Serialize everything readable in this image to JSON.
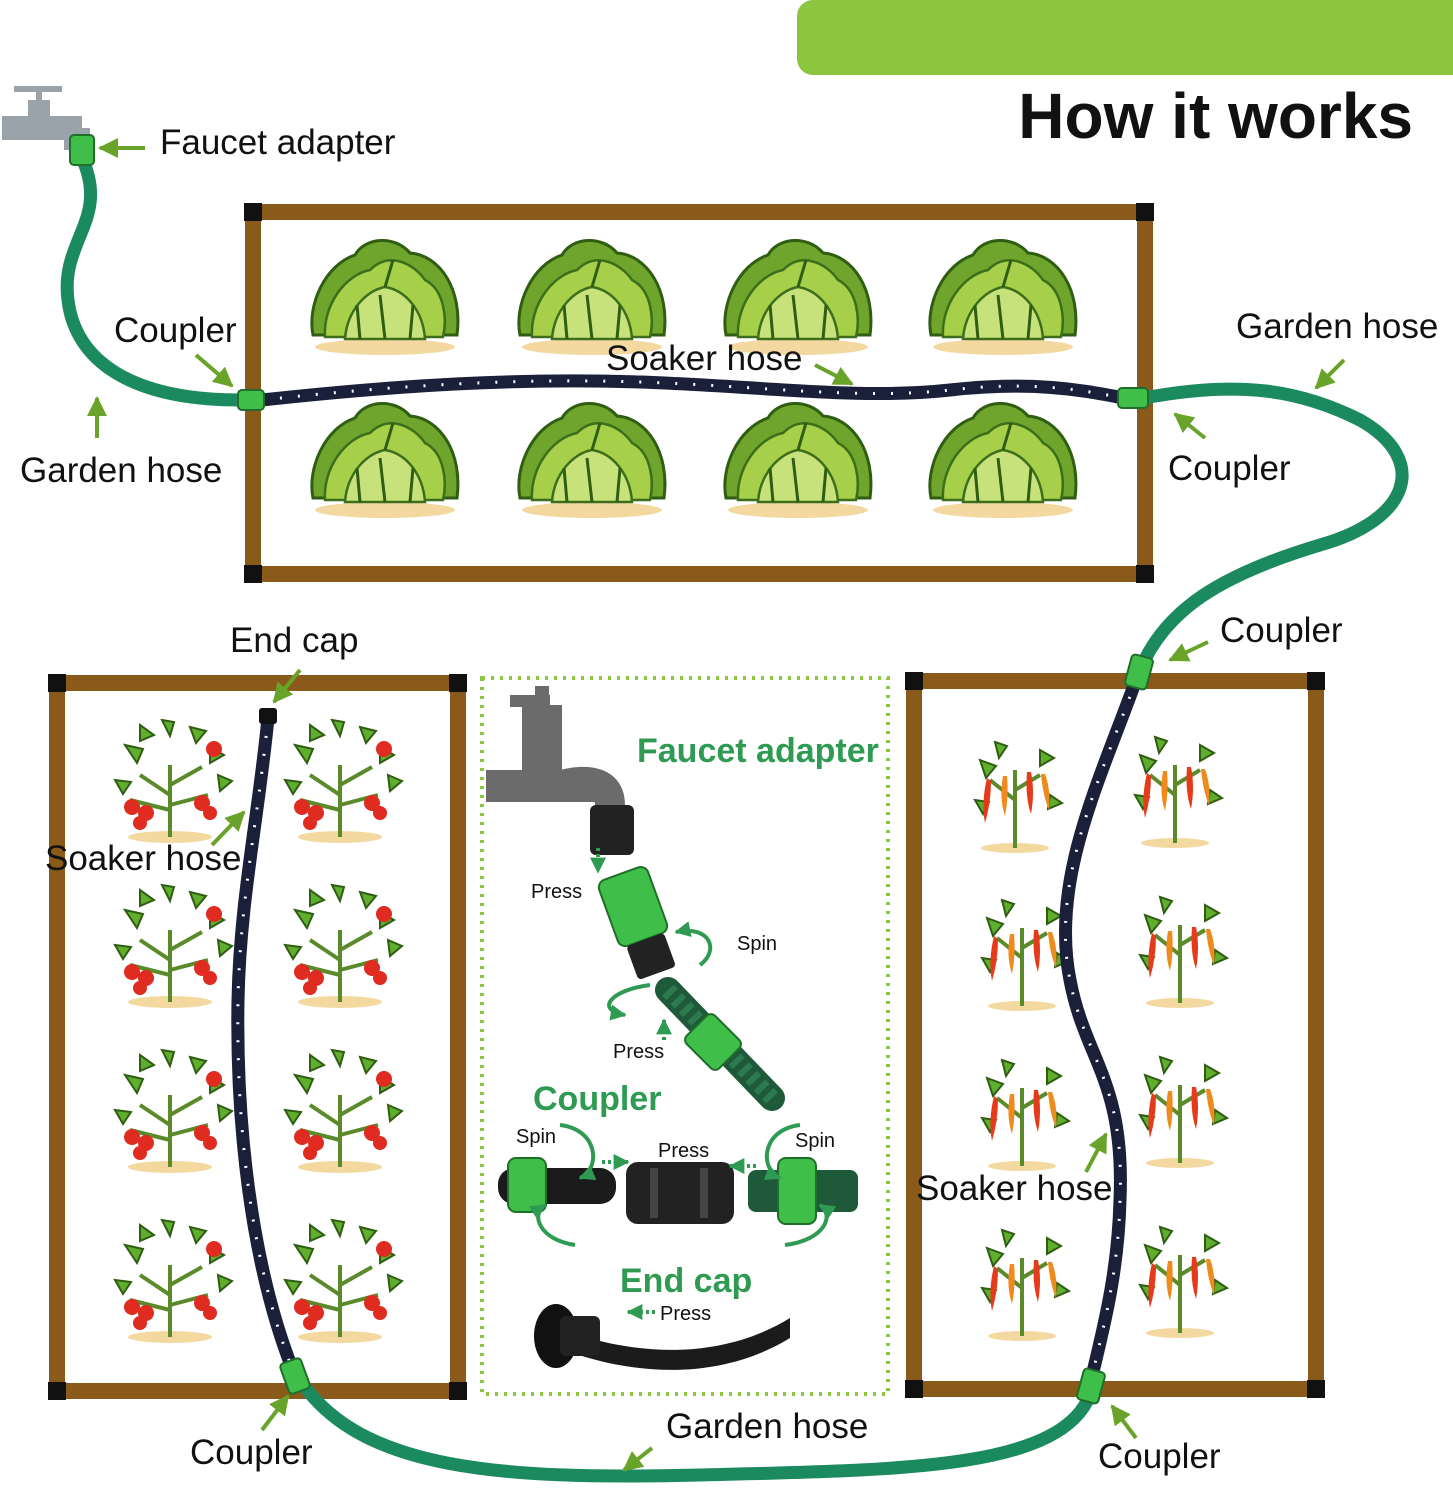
{
  "title": "How it works",
  "colors": {
    "banner": "#8cc63f",
    "bed_frame": "#8a5a1a",
    "garden_hose": "#1c8a5f",
    "soaker_hose": "#1a1f3a",
    "coupler": "#3fbf4a",
    "arrow": "#6aa32a",
    "detail_border": "#8cc63f",
    "detail_heading": "#2e9a52"
  },
  "labels": {
    "faucet_adapter": "Faucet adapter",
    "coupler_top_left": "Coupler",
    "garden_hose_left": "Garden hose",
    "soaker_hose_top": "Soaker hose",
    "garden_hose_right": "Garden hose",
    "coupler_top_right": "Coupler",
    "coupler_mid_right": "Coupler",
    "end_cap": "End cap",
    "soaker_hose_left": "Soaker hose",
    "soaker_hose_right": "Soaker hose",
    "coupler_bottom_left": "Coupler",
    "garden_hose_bottom": "Garden hose",
    "coupler_bottom_right": "Coupler"
  },
  "detail": {
    "faucet_adapter_heading": "Faucet adapter",
    "press_1": "Press",
    "spin_1": "Spin",
    "press_2": "Press",
    "coupler_heading": "Coupler",
    "spin_left": "Spin",
    "press_mid": "Press",
    "spin_right": "Spin",
    "end_cap_heading": "End cap",
    "press_end": "Press"
  },
  "icons": [
    "faucet-icon",
    "lettuce-icon",
    "tomato-plant-icon",
    "pepper-plant-icon",
    "coupler-icon",
    "end-cap-icon"
  ]
}
